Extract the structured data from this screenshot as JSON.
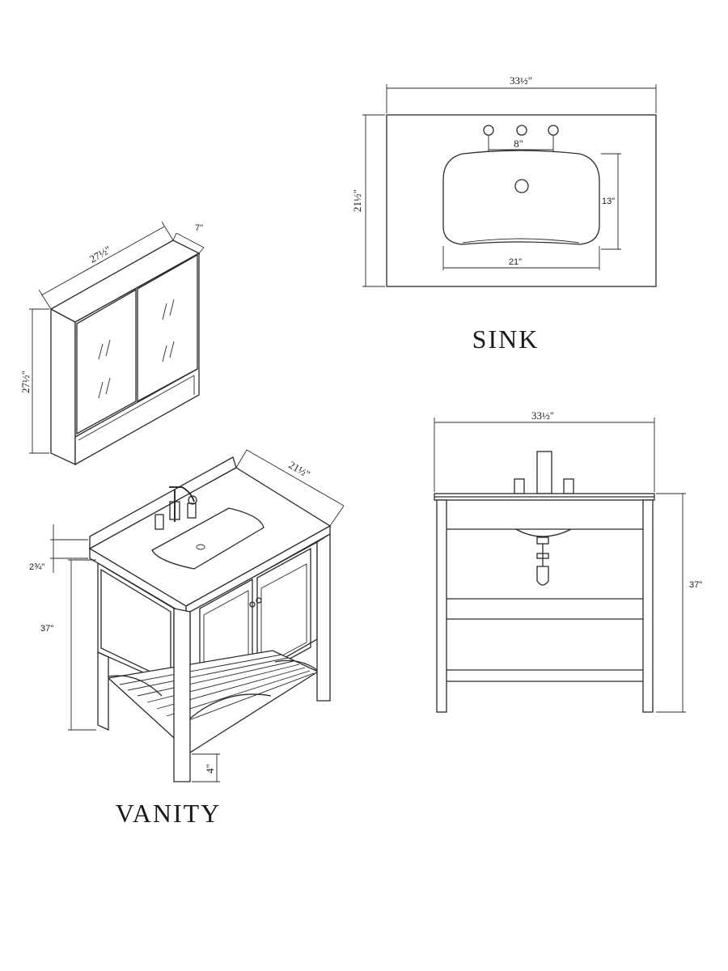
{
  "labels": {
    "sink": "SINK",
    "vanity": "VANITY"
  },
  "dimensions": {
    "sink_width": "33½\"",
    "sink_depth": "21½\"",
    "faucet_spread": "8\"",
    "basin_width": "21\"",
    "basin_depth": "13\"",
    "cabinet_width": "27½\"",
    "cabinet_depth": "7\"",
    "cabinet_height": "27½\"",
    "vanity_depth": "21½\"",
    "backsplash_height": "2¾\"",
    "vanity_height": "37\"",
    "leg_clearance": "4\"",
    "front_width": "33½\"",
    "front_height": "37\""
  }
}
